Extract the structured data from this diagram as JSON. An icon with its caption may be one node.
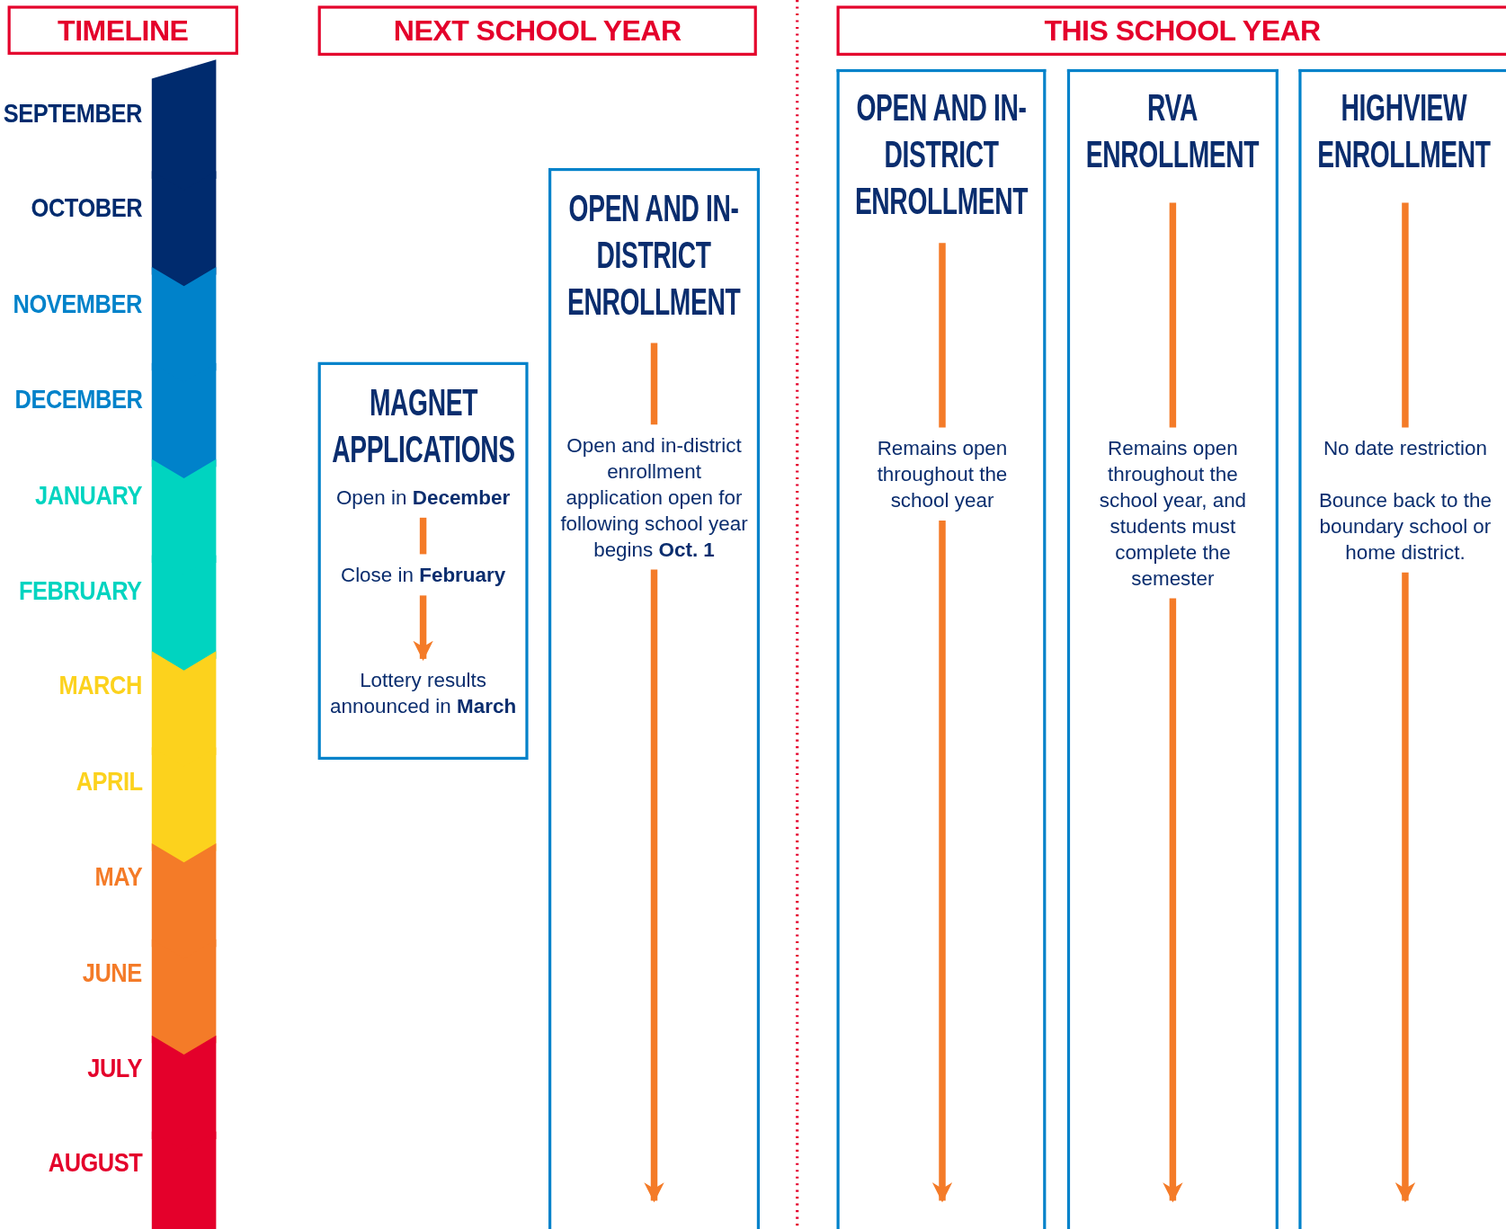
{
  "diagram": {
    "nodes": [
      {
        "text": [
          "TIMELINE"
        ]
      },
      {
        "text": [
          "NEXT SCHOOL YEAR"
        ]
      },
      {
        "text": [
          "THIS SCHOOL YEAR"
        ]
      },
      {
        "text": [
          "MAGNET APPLICATIONS"
        ]
      },
      {
        "text": [
          "Open in **December**"
        ],
        "in": 3
      },
      {
        "text": [
          "Close in **February**"
        ],
        "in": 3
      },
      {
        "text": [
          "Lottery results announced in **March**"
        ],
        "in": 3
      },
      {
        "text": [
          "OPEN AND IN-DISTRICT ENROLLMENT"
        ]
      },
      {
        "text": [
          "Open and in-district enrollment application open for following school year begins **Oct. 1**"
        ],
        "in": 7
      },
      {
        "text": [
          "OPEN AND IN-DISTRICT ENROLLMENT"
        ]
      },
      {
        "text": [
          "Remains open throughout the school year"
        ],
        "in": 9
      },
      {
        "text": [
          "RVA ENROLLMENT"
        ]
      },
      {
        "text": [
          "Remains open throughout the school year, and students must complete the semester"
        ],
        "in": 11
      },
      {
        "text": [
          "HIGHVIEW ENROLLMENT"
        ]
      },
      {
        "text": [
          "No date restriction",
          "Bounce back to the boundary school or home district."
        ],
        "in": 13
      }
    ],
    "edges": [
      {
        "from": 4,
        "to": 5,
        "arrow": "none"
      },
      {
        "from": 5,
        "to": 6,
        "arrow": "to"
      },
      {
        "from": null,
        "to": 8,
        "arrow": "none"
      },
      {
        "from": 8,
        "to": null,
        "arrow": "to"
      },
      {
        "from": null,
        "to": 10,
        "arrow": "none"
      },
      {
        "from": 10,
        "to": null,
        "arrow": "to"
      },
      {
        "from": null,
        "to": 12,
        "arrow": "none"
      },
      {
        "from": 12,
        "to": null,
        "arrow": "to"
      },
      {
        "from": null,
        "to": 14,
        "arrow": "none"
      },
      {
        "from": 14,
        "to": null,
        "arrow": "to"
      }
    ],
    "labels": [
      "SEPTEMBER",
      "OCTOBER",
      "NOVEMBER",
      "DECEMBER",
      "JANUARY",
      "FEBRUARY",
      "MARCH",
      "APRIL",
      "MAY",
      "JUNE",
      "JULY",
      "AUGUST"
    ]
  }
}
